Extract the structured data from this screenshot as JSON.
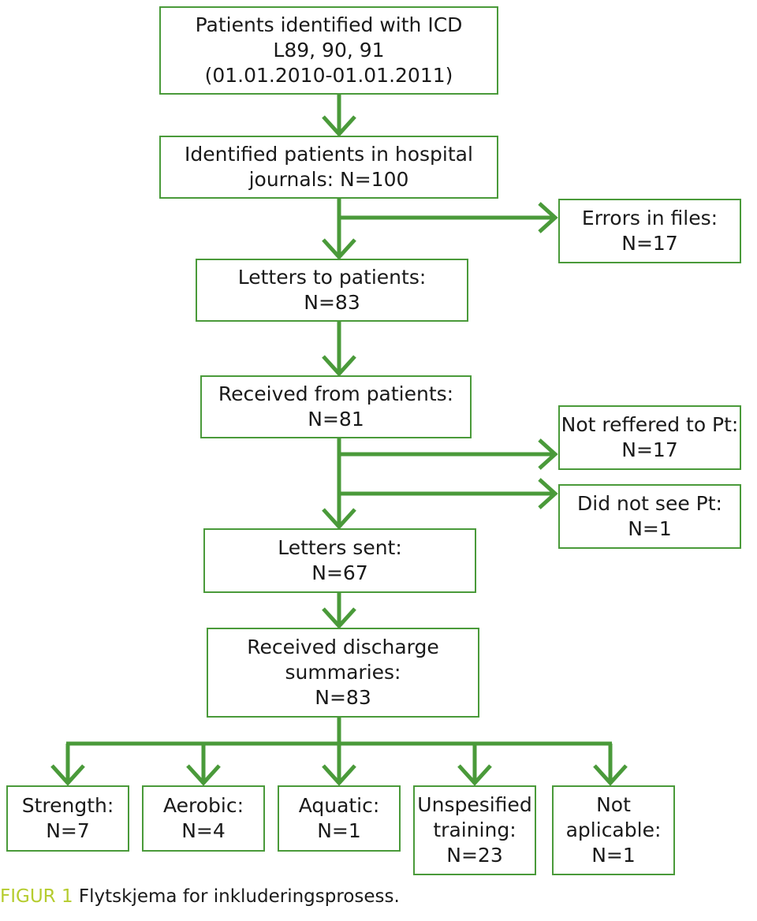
{
  "colors": {
    "arrow": "#4a9a3a",
    "border": "#4a9a3a",
    "caption_label": "#b5cc2e",
    "text": "#1a1a1a"
  },
  "boxes": {
    "icd": [
      "Patients identified with ICD",
      "L89, 90, 91",
      "(01.01.2010-01.01.2011)"
    ],
    "journals": [
      "Identified patients in hospital",
      "journals: N=100"
    ],
    "errors": [
      "Errors in files:",
      "N=17"
    ],
    "letters_to_patients": [
      "Letters to patients:",
      "N=83"
    ],
    "received_from_patients": [
      "Received from patients:",
      "N=81"
    ],
    "not_referred": [
      "Not reffered to Pt:",
      "N=17"
    ],
    "did_not_see": [
      "Did not see Pt:",
      "N=1"
    ],
    "letters_sent": [
      "Letters sent:",
      "N=67"
    ],
    "discharge": [
      "Received discharge",
      "summaries:",
      "N=83"
    ],
    "strength": [
      "Strength:",
      "N=7"
    ],
    "aerobic": [
      "Aerobic:",
      "N=4"
    ],
    "aquatic": [
      "Aquatic:",
      "N=1"
    ],
    "unspecified": [
      "Unspesified",
      "training:",
      "N=23"
    ],
    "not_applicable": [
      "Not",
      "aplicable:",
      "N=1"
    ]
  },
  "caption": {
    "label": "FIGUR 1",
    "text": " Flytskjema for inkluderingsprosess."
  }
}
